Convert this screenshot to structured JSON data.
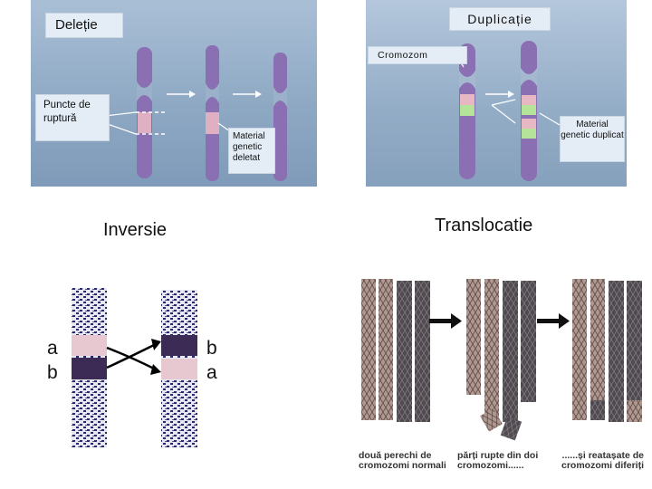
{
  "deletion": {
    "title": "Deleție",
    "breakpoints_label": "Puncte de ruptură",
    "deleted_material_label": "Material genetic deletat"
  },
  "duplication": {
    "title": "Duplicație",
    "chromosome_label": "Cromozom",
    "duplicated_material_label": "Material genetic duplicat"
  },
  "inversion": {
    "title": "Inversie",
    "left_letters": [
      "a",
      "b"
    ],
    "right_letters": [
      "b",
      "a"
    ]
  },
  "translocation": {
    "title": "Translocatie",
    "captions": [
      "două perechi de cromozomi normali",
      "părți rupte din doi cromozomi......",
      "......și reatașate de cromozomi diferiți"
    ]
  },
  "colors": {
    "chromosome": "#8a6fb2",
    "band_pink": "#e7b7c3",
    "band_green": "#b6e39a",
    "dark_band": "#3c2b54",
    "trans_light": "#ae9891",
    "trans_dark": "#4f4a4f"
  }
}
